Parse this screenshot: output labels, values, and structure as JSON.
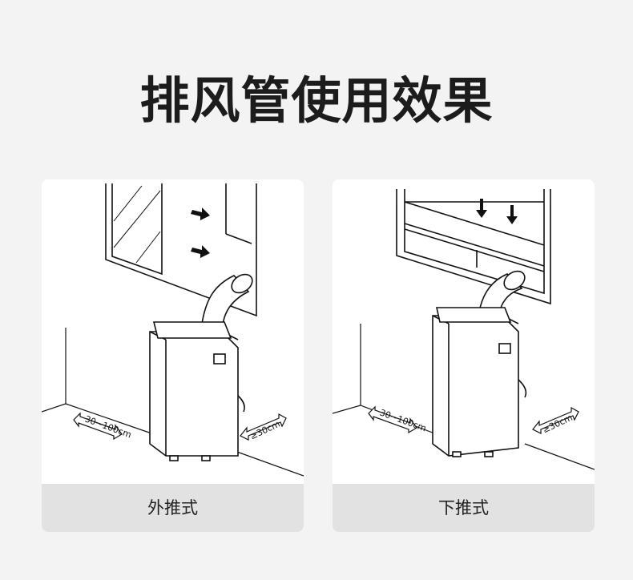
{
  "title": "排风管使用效果",
  "cards": [
    {
      "caption": "外推式",
      "dist_back": "30~100cm",
      "dist_side": "≥30cm"
    },
    {
      "caption": "下推式",
      "dist_back": "30~100cm",
      "dist_side": "≥30cm"
    }
  ],
  "icons": [
    "arrow-right-icon",
    "arrow-down-icon",
    "dimension-arrow-icon"
  ]
}
